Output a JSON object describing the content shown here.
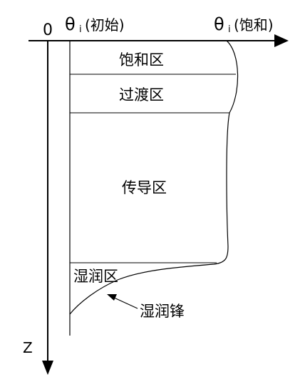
{
  "axes": {
    "origin_label": "0",
    "theta_initial_symbol": "θ",
    "theta_initial_sub": "i",
    "theta_initial_note": "(初始)",
    "theta_sat_symbol": "θ",
    "theta_sat_sub": "i",
    "theta_sat_note": "(饱和)",
    "z_label": "Z"
  },
  "zones": {
    "saturation": "饱和区",
    "transition": "过渡区",
    "transmission": "传导区",
    "wetting": "湿润区"
  },
  "annotations": {
    "wetting_front": "湿润锋"
  }
}
